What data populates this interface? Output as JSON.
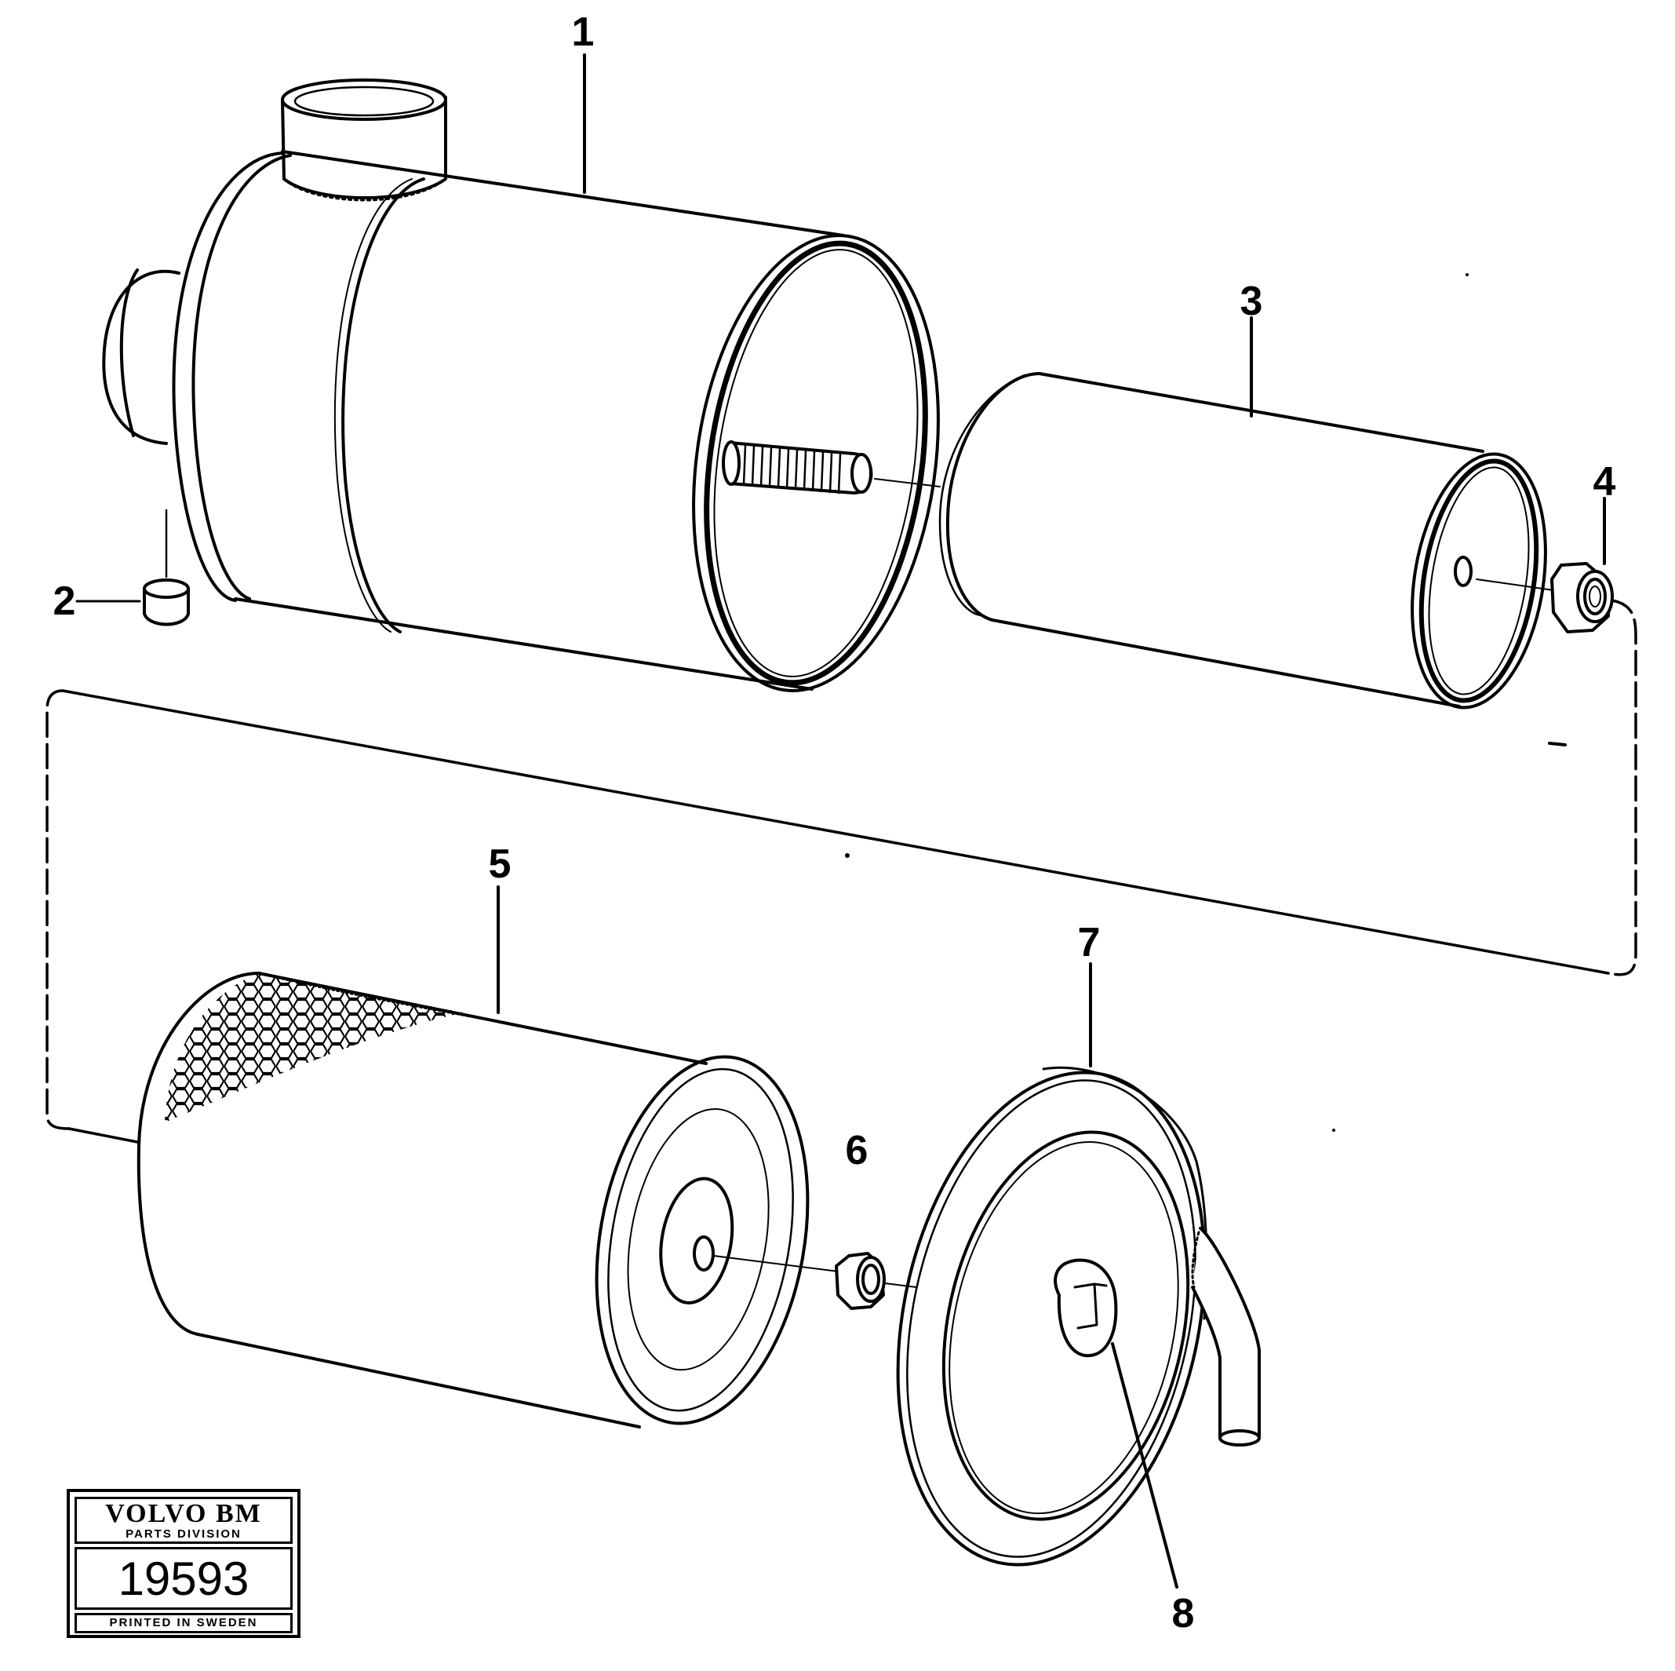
{
  "callouts": {
    "c1": "1",
    "c2": "2",
    "c3": "3",
    "c4": "4",
    "c5": "5",
    "c6": "6",
    "c7": "7",
    "c8": "8"
  },
  "stamp": {
    "brand": "VOLVO BM",
    "division": "PARTS DIVISION",
    "number": "19593",
    "printed": "PRINTED IN SWEDEN"
  },
  "colors": {
    "ink": "#000000",
    "paper": "#ffffff"
  }
}
